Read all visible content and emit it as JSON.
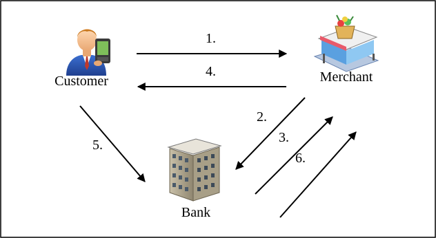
{
  "nodes": {
    "customer": {
      "label": "Customer"
    },
    "merchant": {
      "label": "Merchant"
    },
    "bank": {
      "label": "Bank"
    }
  },
  "steps": [
    {
      "label": "1.",
      "from": "Customer",
      "to": "Merchant"
    },
    {
      "label": "4.",
      "from": "Merchant",
      "to": "Customer"
    },
    {
      "label": "5.",
      "from": "Customer",
      "to": "Bank"
    },
    {
      "label": "2.",
      "from": "Merchant",
      "to": "Bank"
    },
    {
      "label": "3.",
      "from": "Bank",
      "to": "Merchant"
    },
    {
      "label": "6.",
      "from": "Bank",
      "to": "Merchant"
    }
  ],
  "icons": {
    "customer": "person-with-pda-icon",
    "merchant": "shop-building-icon",
    "bank": "office-building-icon"
  }
}
